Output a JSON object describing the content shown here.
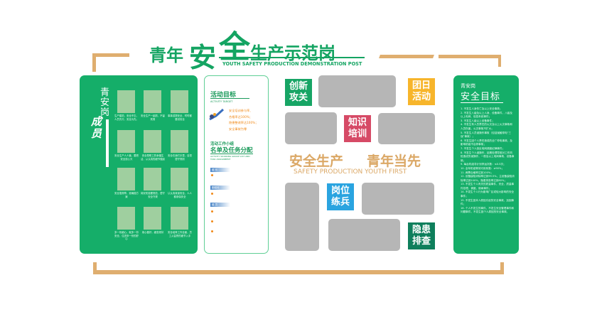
{
  "header": {
    "title_parts": [
      "青年",
      "安",
      "全",
      "生产示范岗"
    ],
    "subtitle": "YOUTH SAFETY PRODUCTION DEMONSTRATION POST"
  },
  "colors": {
    "brand_green": "#15ae69",
    "gold_frame": "#dfae6f",
    "slogan": "#dba866",
    "innovate": "#17a565",
    "team": "#f7b52b",
    "knowledge": "#d64a66",
    "post": "#2aa4e0",
    "hazard": "#0f7f5c"
  },
  "members_panel": {
    "heading": "青安岗",
    "calligraphy": "成员",
    "captions": [
      "生产模范，安全不忘，人员先行，安全为先。",
      "安全生产一起抓，不留死角",
      "事事讲提安全，时时都要讲安全",
      "安全生产人人管，要把安全放心头",
      "安全是职工的幸福生活，从认真的细节做起",
      "安全在我们手里，自觉遵守规则",
      "安全靠规章，准确施方案",
      "岗安防患要规范，遵守安全守规",
      "认认真真保安全，人人都参保安全",
      "多一份细心，就多一份安全，住进多一份的舒心",
      "用心做好，细查现状",
      "安全培养工作全面，员工从监督的细节入手"
    ]
  },
  "activity_panel": {
    "heading": "活动目标",
    "heading_en": "ACTIVITY TARGET",
    "targets": [
      "安全培训参与率、",
      "合格率达100%；",
      "隐患整改率达100%；",
      "安全事故为零"
    ],
    "group_small": "活动工作小组",
    "group_title": "名单及任务分配",
    "group_en": "ACTIVITY WORKING GROUP LIST AND TASK ASSIGNMENT",
    "tags": [
      "组 长",
      "副组长",
      "组 员"
    ]
  },
  "center": {
    "tiles": {
      "innovate": "创新攻关",
      "team": "团日活动",
      "knowledge": "知识培训",
      "post": "岗位练兵",
      "hazard": "隐患排查"
    },
    "slogan_left": "安全生产",
    "slogan_right": "青年当先",
    "slogan_en": "SAFETY PRODUCTION YOUTH FIRST"
  },
  "goals_panel": {
    "small": "青安岗",
    "heading": "安全目标",
    "items": [
      "1. 不发生人身伤亡及以上安全事故；",
      "2. 不发生八级及以上人身、设备事件，八级及以上电网、信息系统事件；",
      "3. 不发生八级以上设备事件；",
      "4. 不发生有人员责任的火灾及以上火灾事故和人员伤害，火灾事故不扩大；",
      "5. 不发生人员误操作事故（包括误触带电”三误”事故）；",
      "6. 不发生因个人责任造成的全厂停电事故，及影响机组不启停事故；",
      "7. 不发生个人违反电网调度纪律事件；",
      "8. 不发生个人误操作，延期处理导致对工作风险造成的误操作，一般及以上电网事故、设备事故；",
      "9. 每台机组非计划停运次数：≤0.5次；",
      "10. 全年机组等效可用系数：≥90%；",
      "11. 两票合格率达到100%；",
      "12. 设备缺陷消除率达到99.5%，主设备缺陷消除率达到100%，隐患排查率达到80%；",
      "13. 不发生个人有关的质量事件，安全、质量事件处理，调度，倒闸事件；",
      "14. 不发生个人行为影响厂区或较大影响的安全事件；",
      "15. 不发生因本人原因引起的安全事故，加固事件；",
      "16. 个人不发生的事件，不发生安全管理事件和问题事件，不发生因个人原因的安全事故。"
    ]
  }
}
